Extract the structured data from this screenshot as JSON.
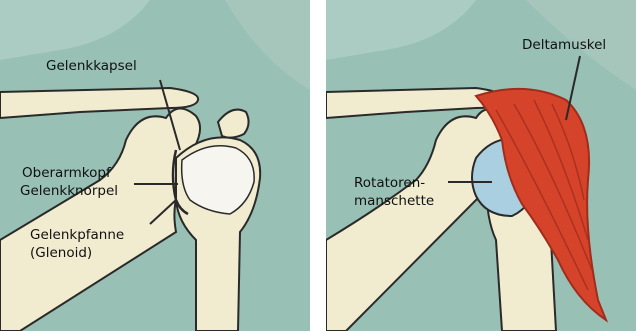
{
  "colors": {
    "background": "#98c0b4",
    "background_light": "#b7d4cb",
    "skin": "#a6c6bc",
    "bone": "#f1ecd0",
    "bone_shadow": "#d8d1ad",
    "cartilage": "#f6f5ef",
    "rotator_cuff": "#a9cfe0",
    "deltoid": "#d5442a",
    "deltoid_dark": "#a22c1b",
    "outline": "#2a2a2a"
  },
  "panels": {
    "left": {
      "labels": {
        "capsule": "Gelenkkapsel",
        "head": "Oberarmkopf",
        "cartilage": "Gelenkknorpel",
        "glenoid_line1": "Gelenkpfanne",
        "glenoid_line2": "(Glenoid)"
      }
    },
    "right": {
      "labels": {
        "deltoid": "Deltamuskel",
        "rotator_line1": "Rotatoren-",
        "rotator_line2": "manschette"
      }
    }
  }
}
